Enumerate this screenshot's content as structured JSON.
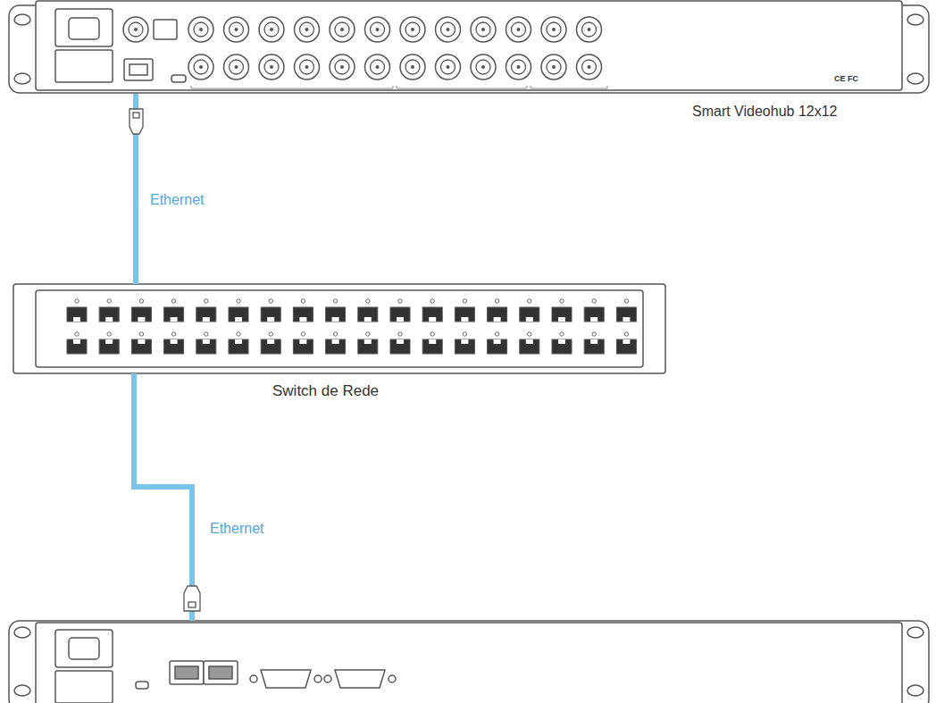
{
  "diagram": {
    "nodes": [
      {
        "text": [
          "Smart Videohub 12x12"
        ]
      },
      {
        "text": [
          "Switch de Rede"
        ]
      },
      {
        "text": []
      }
    ],
    "edges": [
      {
        "from": 0,
        "to": 1,
        "arrow": "none",
        "label": "Ethernet"
      },
      {
        "from": 1,
        "to": 2,
        "arrow": "none",
        "label": "Ethernet"
      }
    ],
    "labels": [
      "CE FC"
    ]
  }
}
